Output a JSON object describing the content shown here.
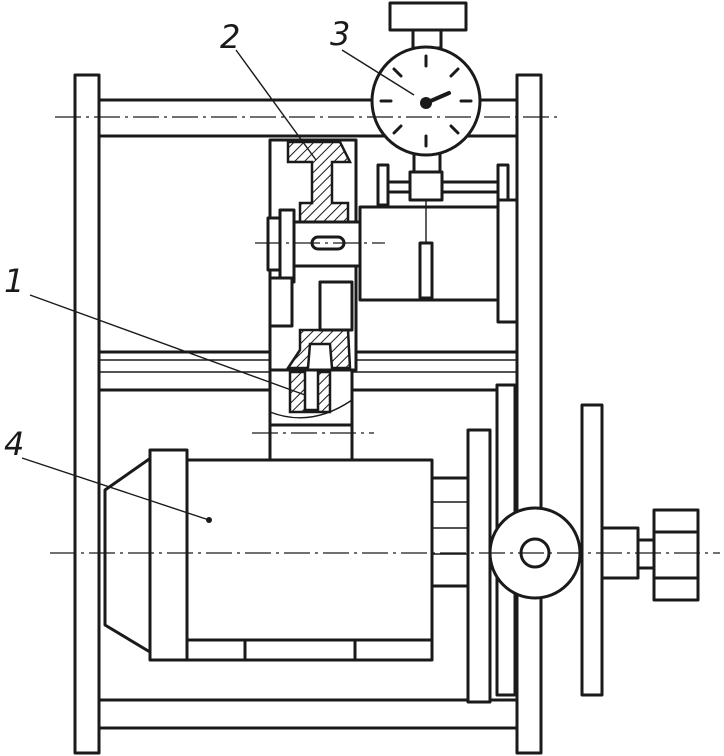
{
  "labels": {
    "part1": "1",
    "part2": "2",
    "part3": "3",
    "part4": "4"
  }
}
